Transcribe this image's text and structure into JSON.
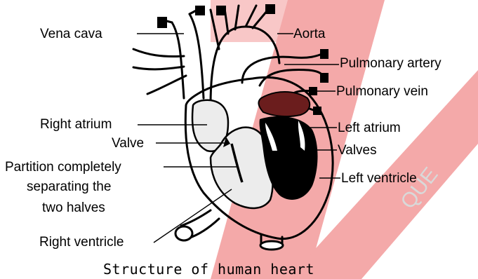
{
  "diagram": {
    "caption": "Structure of human heart",
    "labels": {
      "vena_cava": "Vena cava",
      "aorta": "Aorta",
      "pulmonary_artery": "Pulmonary artery",
      "pulmonary_vein": "Pulmonary vein",
      "right_atrium": "Right atrium",
      "left_atrium": "Left atrium",
      "valve": "Valve",
      "valves": "Valves",
      "partition_line1": "Partition completely",
      "partition_line2": "separating the",
      "partition_line3": "two halves",
      "left_ventricle": "Left ventricle",
      "right_ventricle": "Right ventricle"
    },
    "watermark": "QUE",
    "colors": {
      "watermark_band": "#f4a9a9",
      "outline": "#000000",
      "right_side_fill": "#ececec",
      "left_side_fill": "#000000",
      "left_atrium_shade": "#6b1d1d"
    }
  }
}
